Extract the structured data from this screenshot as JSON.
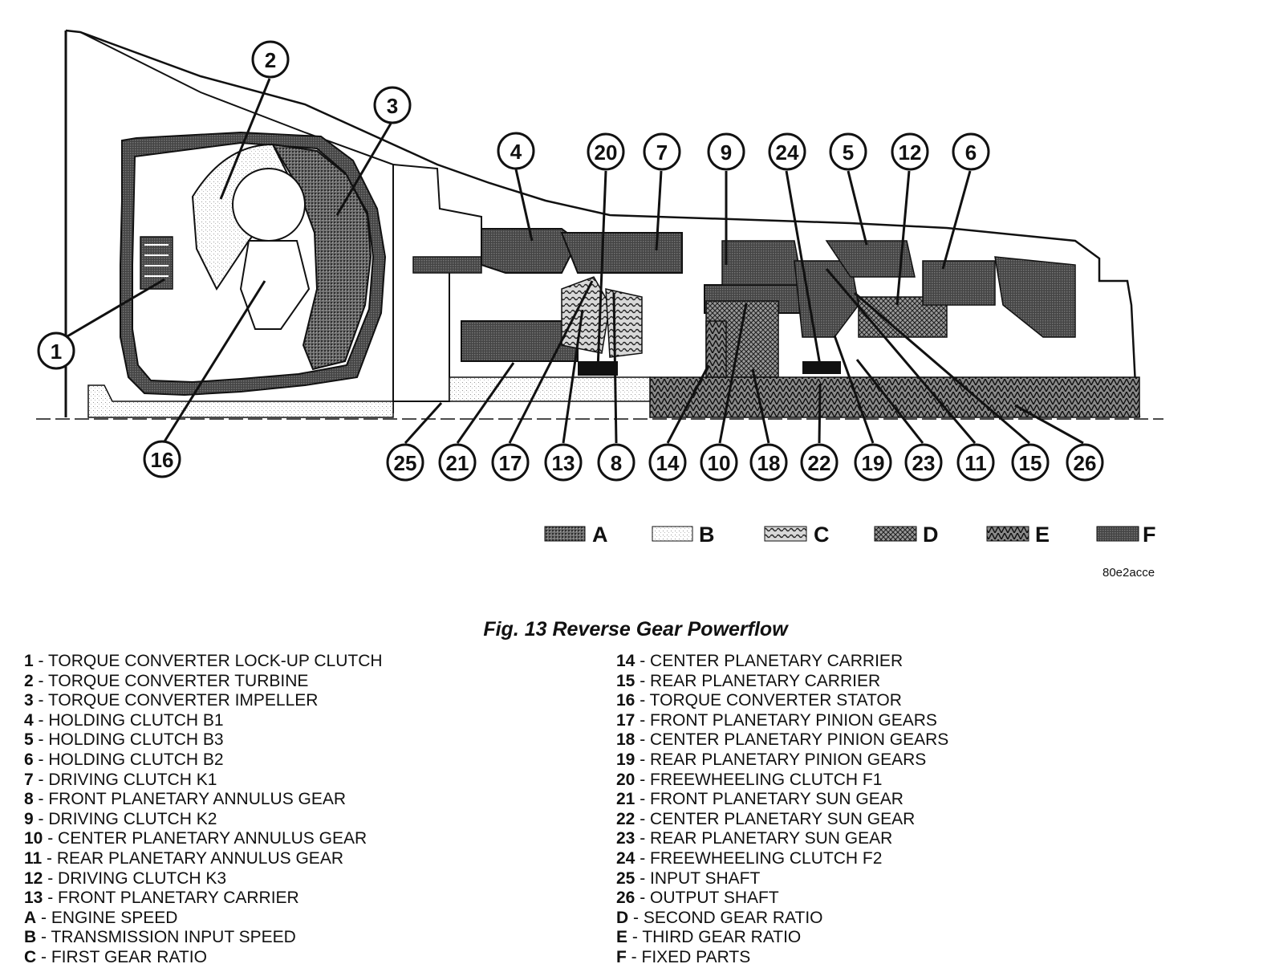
{
  "figure": {
    "caption": "Fig. 13 Reverse Gear Powerflow",
    "image_code": "80e2acce"
  },
  "callouts": [
    "1",
    "2",
    "3",
    "4",
    "5",
    "6",
    "7",
    "8",
    "9",
    "10",
    "11",
    "12",
    "13",
    "14",
    "15",
    "16",
    "17",
    "18",
    "19",
    "20",
    "21",
    "22",
    "23",
    "24",
    "25",
    "26"
  ],
  "legend": [
    {
      "key": "A",
      "pattern": "dense-dots"
    },
    {
      "key": "B",
      "pattern": "light-dots"
    },
    {
      "key": "C",
      "pattern": "wavy"
    },
    {
      "key": "D",
      "pattern": "crosshatch"
    },
    {
      "key": "E",
      "pattern": "herringbone"
    },
    {
      "key": "F",
      "pattern": "solid-grid"
    }
  ],
  "parts_left": [
    {
      "num": "1",
      "desc": "TORQUE CONVERTER LOCK-UP CLUTCH"
    },
    {
      "num": "2",
      "desc": "TORQUE CONVERTER TURBINE"
    },
    {
      "num": "3",
      "desc": "TORQUE CONVERTER IMPELLER"
    },
    {
      "num": "4",
      "desc": "HOLDING CLUTCH B1"
    },
    {
      "num": "5",
      "desc": "HOLDING CLUTCH B3"
    },
    {
      "num": "6",
      "desc": "HOLDING CLUTCH B2"
    },
    {
      "num": "7",
      "desc": "DRIVING CLUTCH K1"
    },
    {
      "num": "8",
      "desc": "FRONT PLANETARY ANNULUS GEAR"
    },
    {
      "num": "9",
      "desc": "DRIVING CLUTCH K2"
    },
    {
      "num": "10",
      "desc": "CENTER PLANETARY ANNULUS GEAR"
    },
    {
      "num": "11",
      "desc": "REAR PLANETARY ANNULUS GEAR"
    },
    {
      "num": "12",
      "desc": "DRIVING CLUTCH K3"
    },
    {
      "num": "13",
      "desc": "FRONT PLANETARY CARRIER"
    },
    {
      "num": "A",
      "desc": "ENGINE SPEED"
    },
    {
      "num": "B",
      "desc": "TRANSMISSION INPUT SPEED"
    },
    {
      "num": "C",
      "desc": "FIRST GEAR RATIO"
    }
  ],
  "parts_right": [
    {
      "num": "14",
      "desc": "CENTER PLANETARY CARRIER"
    },
    {
      "num": "15",
      "desc": "REAR PLANETARY CARRIER"
    },
    {
      "num": "16",
      "desc": "TORQUE CONVERTER STATOR"
    },
    {
      "num": "17",
      "desc": "FRONT PLANETARY PINION GEARS"
    },
    {
      "num": "18",
      "desc": "CENTER PLANETARY PINION GEARS"
    },
    {
      "num": "19",
      "desc": "REAR PLANETARY PINION GEARS"
    },
    {
      "num": "20",
      "desc": "FREEWHEELING CLUTCH F1"
    },
    {
      "num": "21",
      "desc": "FRONT PLANETARY SUN GEAR"
    },
    {
      "num": "22",
      "desc": "CENTER PLANETARY SUN GEAR"
    },
    {
      "num": "23",
      "desc": "REAR PLANETARY SUN GEAR"
    },
    {
      "num": "24",
      "desc": "FREEWHEELING CLUTCH F2"
    },
    {
      "num": "25",
      "desc": "INPUT SHAFT"
    },
    {
      "num": "26",
      "desc": "OUTPUT SHAFT"
    },
    {
      "num": "D",
      "desc": "SECOND GEAR RATIO"
    },
    {
      "num": "E",
      "desc": "THIRD GEAR RATIO"
    },
    {
      "num": "F",
      "desc": "FIXED PARTS"
    }
  ]
}
